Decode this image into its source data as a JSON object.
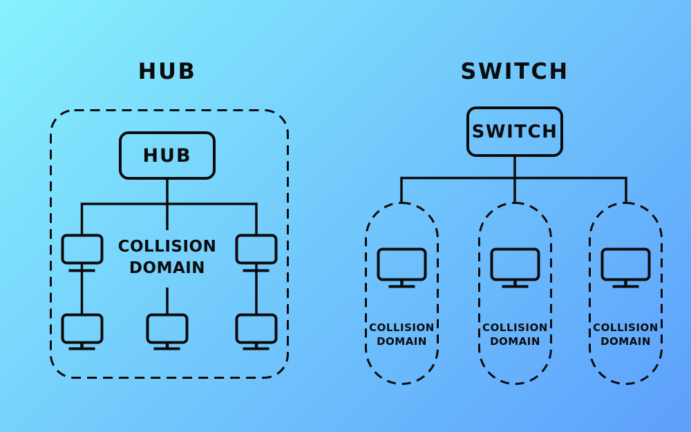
{
  "colors": {
    "bg_start": "#87f1fc",
    "bg_end": "#5d9ffc",
    "ink": "#0b0b0b"
  },
  "hub_diagram": {
    "title": "HUB",
    "device_label": "HUB",
    "collision_domain": {
      "line1": "COLLISION",
      "line2": "DOMAIN"
    }
  },
  "switch_diagram": {
    "title": "SWITCH",
    "device_label": "SWITCH",
    "collision_domains": [
      {
        "line1": "COLLISION",
        "line2": "DOMAIN"
      },
      {
        "line1": "COLLISION",
        "line2": "DOMAIN"
      },
      {
        "line1": "COLLISION",
        "line2": "DOMAIN"
      }
    ]
  }
}
